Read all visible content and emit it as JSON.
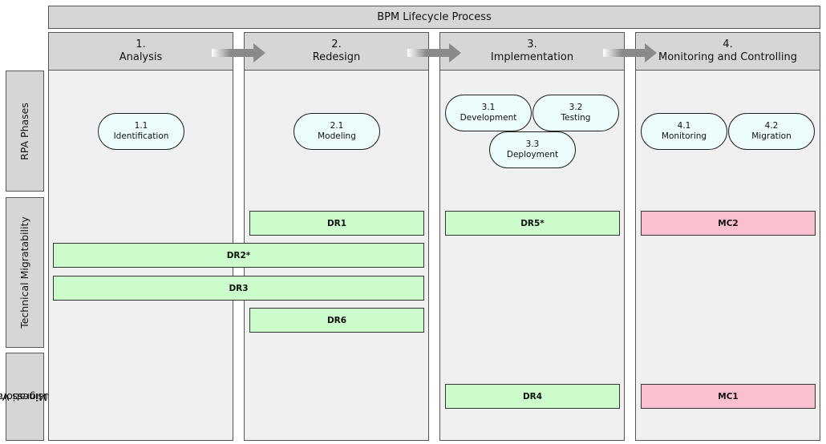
{
  "title": "BPM Lifecycle Process",
  "colors": {
    "header_fill": "#d6d6d6",
    "column_fill": "#f0f0f0",
    "pill_fill": "#ecfbfb",
    "green_bar": "#ccfccc",
    "pink_bar": "#fbc0d0",
    "arrow": "#8a8a8a"
  },
  "columns": [
    {
      "number": "1.",
      "name": "Analysis"
    },
    {
      "number": "2.",
      "name": "Redesign"
    },
    {
      "number": "3.",
      "name": "Implementation"
    },
    {
      "number": "4.",
      "name": "Monitoring and Controlling"
    }
  ],
  "rows": [
    {
      "label": "RPA Phases"
    },
    {
      "label": "Technical Migratability"
    },
    {
      "label_line1": "Business Value",
      "label_line2": "of Migration"
    }
  ],
  "phases": [
    {
      "number": "1.1",
      "name": "Identification"
    },
    {
      "number": "2.1",
      "name": "Modeling"
    },
    {
      "number": "3.1",
      "name": "Development"
    },
    {
      "number": "3.2",
      "name": "Testing"
    },
    {
      "number": "3.3",
      "name": "Deployment"
    },
    {
      "number": "4.1",
      "name": "Monitoring"
    },
    {
      "number": "4.2",
      "name": "Migration"
    }
  ],
  "bars": [
    {
      "label": "DR1",
      "color": "green"
    },
    {
      "label": "DR2*",
      "color": "green"
    },
    {
      "label": "DR3",
      "color": "green"
    },
    {
      "label": "DR6",
      "color": "green"
    },
    {
      "label": "DR5*",
      "color": "green"
    },
    {
      "label": "MC2",
      "color": "pink"
    },
    {
      "label": "DR4",
      "color": "green"
    },
    {
      "label": "MC1",
      "color": "pink"
    }
  ]
}
